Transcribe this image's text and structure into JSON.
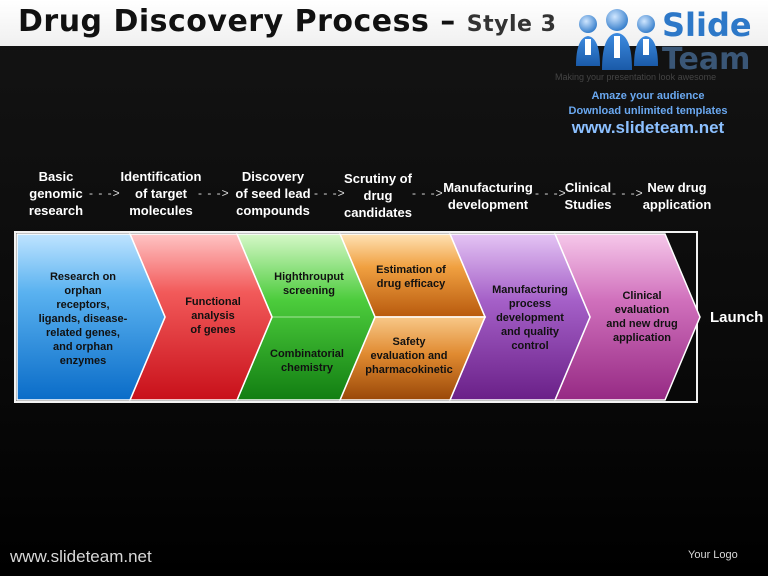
{
  "slide": {
    "title": "Drug Discovery Process",
    "title_dash": "–",
    "title_style": "Style 3",
    "footer_url": "www.slideteam.net",
    "footer_logo": "Your Logo"
  },
  "logo": {
    "line1": "Slide",
    "line2": "Team",
    "tagline": "Making your presentation look awesome",
    "promo_line1": "Amaze your audience",
    "promo_line2": "Download unlimited templates",
    "promo_url": "www.slideteam.net"
  },
  "steps": [
    {
      "label": "Basic\ngenomic\nresearch"
    },
    {
      "label": "Identification\nof target\nmolecules"
    },
    {
      "label": "Discovery\nof seed lead\ncompounds"
    },
    {
      "label": "Scrutiny of\ndrug\ncandidates"
    },
    {
      "label": "Manufacturing\ndevelopment"
    },
    {
      "label": "Clinical\nStudies"
    },
    {
      "label": "New drug\napplication"
    }
  ],
  "arrow_glyph": "- - ->",
  "chevrons": {
    "c1": "Research on\norphan\nreceptors,\nligands, disease-\nrelated genes,\nand orphan\nenzymes",
    "c2": "Functional\nanalysis\nof genes",
    "c3_top": "Highthrouput\nscreening",
    "c3_bottom": "Combinatorial\nchemistry",
    "c4_top": "Estimation of\ndrug efficacy",
    "c4_bottom": "Safety\nevaluation and\npharmacokinetic",
    "c5": "Manufacturing\nprocess\ndevelopment\nand quality\ncontrol",
    "c6": "Clinical\nevaluation\nand new drug\napplication"
  },
  "launch_label": "Launch",
  "colors": {
    "blue": "#1e8ee0",
    "red": "#e8262c",
    "green": "#1ea21e",
    "orange": "#d8781a",
    "purple": "#8c3aaa",
    "magenta": "#b83a9e"
  }
}
